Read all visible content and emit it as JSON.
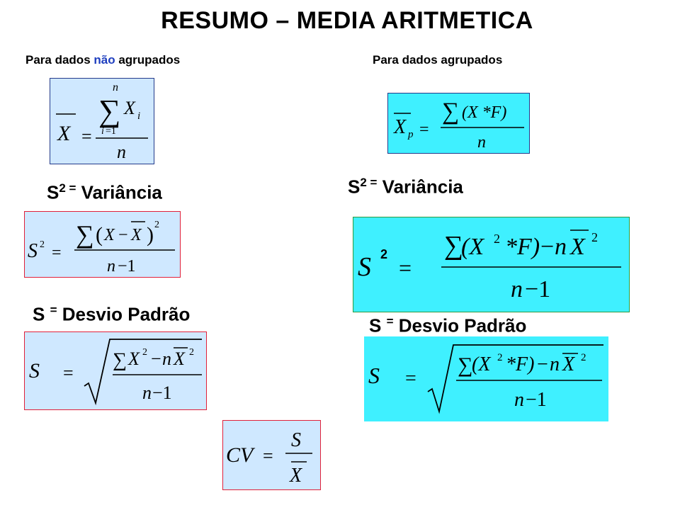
{
  "title": "RESUMO – MEDIA ARITMETICA",
  "subtitles": {
    "left_prefix": "Para dados ",
    "left_highlight": "não",
    "left_suffix": " agrupados",
    "right": "Para dados agrupados"
  },
  "left": {
    "variance_label_s": "S",
    "variance_label_sup": "2 =",
    "variance_label_text": " Variância",
    "stddev_label_s": "S",
    "stddev_label_sup": "=",
    "stddev_label_text": " Desvio Padrão"
  },
  "right": {
    "variance_label_s": "S",
    "variance_label_sup": "2 =",
    "variance_label_text": " Variância",
    "stddev_label_s": "S",
    "stddev_label_sup": "=",
    "stddev_label_text": " Desvio Padrão",
    "variance_exponent_label": "2"
  },
  "colors": {
    "light_box": "#cfe8ff",
    "cyan_box": "#3ff0ff",
    "navy_border": "#233a8a",
    "red_border": "#e0203a",
    "green_border": "#2e9a3e",
    "highlight_blue": "#1f3fbf"
  }
}
